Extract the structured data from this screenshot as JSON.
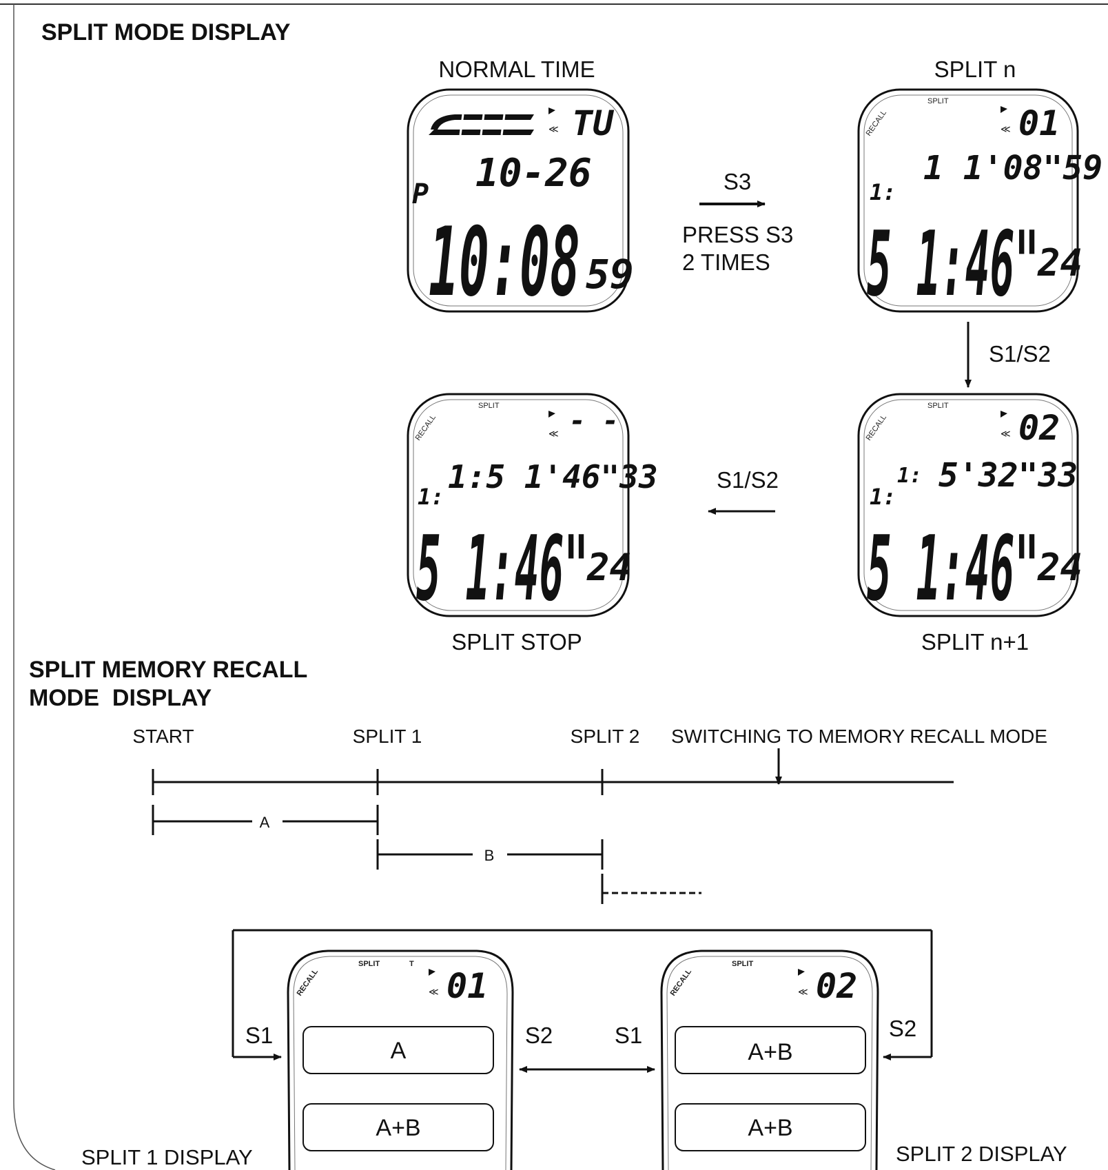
{
  "section1": {
    "title": "SPLIT MODE DISPLAY",
    "watches": {
      "normal_time": {
        "caption": "NORMAL TIME",
        "day": "TU",
        "pm": "P",
        "date": "10-26",
        "main": "10:08",
        "seconds": "59"
      },
      "split_n": {
        "caption": "SPLIT n",
        "recall": "RECALL",
        "split": "SPLIT",
        "counter": "01",
        "sub": "1 1'08\"59",
        "prefix": "1:",
        "main": "5 1:46\"",
        "hundredths": "24"
      },
      "split_n1": {
        "caption": "SPLIT n+1",
        "recall": "RECALL",
        "split": "SPLIT",
        "counter": "02",
        "sub_prefix": "1:",
        "sub": "5'32\"33",
        "prefix": "1:",
        "main": "5 1:46\"",
        "hundredths": "24"
      },
      "split_stop": {
        "caption": "SPLIT STOP",
        "recall": "RECALL",
        "split": "SPLIT",
        "counter": "- -",
        "sub": "1:5 1'46\"33",
        "prefix": "1:",
        "main": "5 1:46\"",
        "hundredths": "24"
      }
    },
    "transitions": {
      "s3_label": "S3",
      "press_line1": "PRESS S3",
      "press_line2": "2 TIMES",
      "down_label": "S1/S2",
      "left_label": "S1/S2"
    }
  },
  "section2": {
    "title_line1": "SPLIT MEMORY RECALL",
    "title_line2": "MODE  DISPLAY",
    "timeline": {
      "start": "START",
      "split1": "SPLIT 1",
      "split2": "SPLIT 2",
      "switching": "SWITCHING TO MEMORY RECALL MODE",
      "interval_a": "A",
      "interval_b": "B"
    },
    "recall_watches": {
      "split1": {
        "caption": "SPLIT 1 DISPLAY",
        "recall": "RECALL",
        "split": "SPLIT",
        "t": "T",
        "counter": "01",
        "upper": "A",
        "lower": "A+B"
      },
      "split2": {
        "caption": "SPLIT 2 DISPLAY",
        "recall": "RECALL",
        "split": "SPLIT",
        "counter": "02",
        "upper": "A+B",
        "lower": "A+B"
      }
    },
    "buttons": {
      "s1_left": "S1",
      "s2_middle": "S2",
      "s1_middle": "S1",
      "s2_right": "S2"
    }
  }
}
